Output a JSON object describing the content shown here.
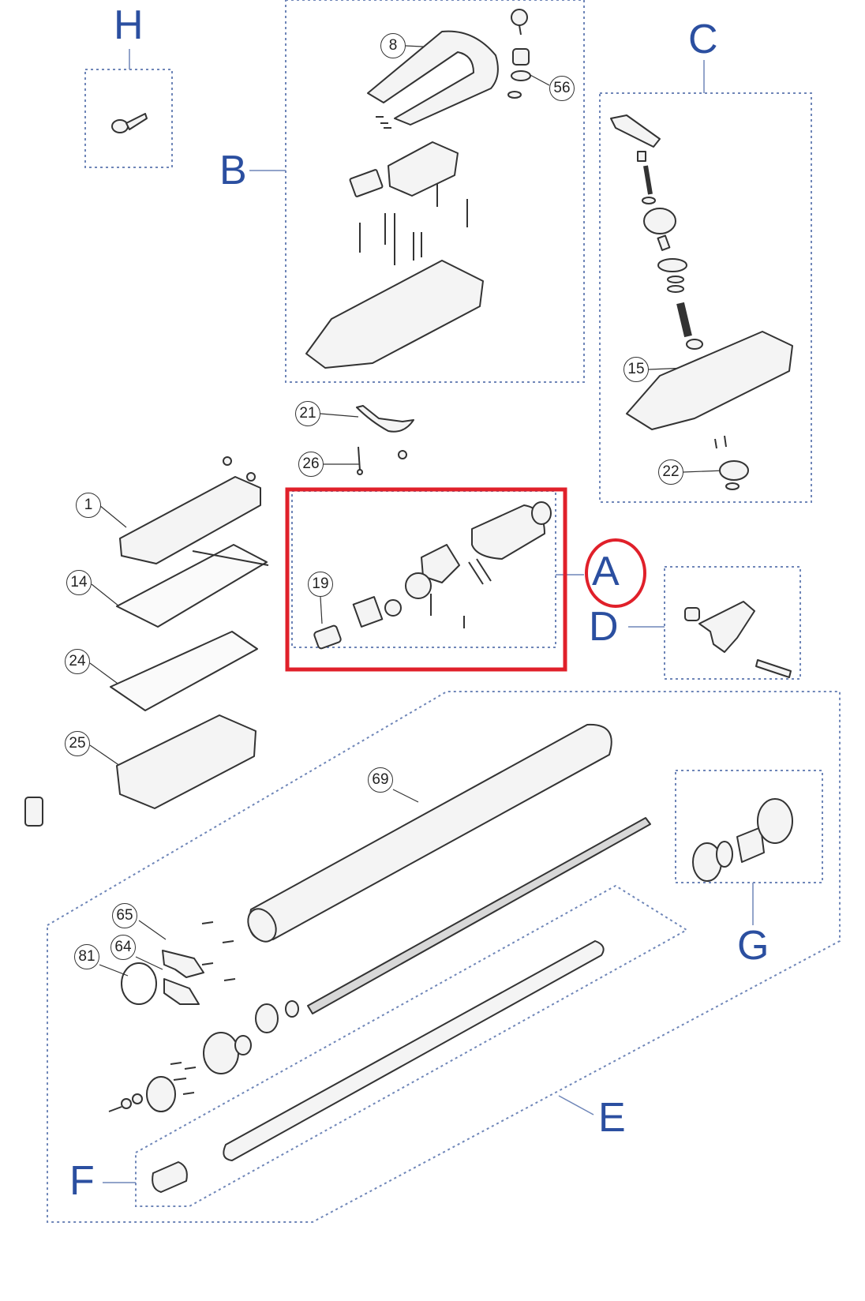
{
  "groups": [
    {
      "id": "A",
      "label": "A"
    },
    {
      "id": "B",
      "label": "B"
    },
    {
      "id": "C",
      "label": "C"
    },
    {
      "id": "D",
      "label": "D"
    },
    {
      "id": "E",
      "label": "E"
    },
    {
      "id": "F",
      "label": "F"
    },
    {
      "id": "G",
      "label": "G"
    },
    {
      "id": "H",
      "label": "H"
    }
  ],
  "callouts": [
    "8",
    "56",
    "15",
    "22",
    "21",
    "26",
    "1",
    "14",
    "24",
    "25",
    "19",
    "69",
    "65",
    "64",
    "81"
  ],
  "colors": {
    "group_label": "#2b4fa0",
    "dotted_border": "#6f86b8",
    "highlight_box": "#e0202a",
    "highlight_circle": "#e0202a",
    "line_art": "#333333"
  }
}
